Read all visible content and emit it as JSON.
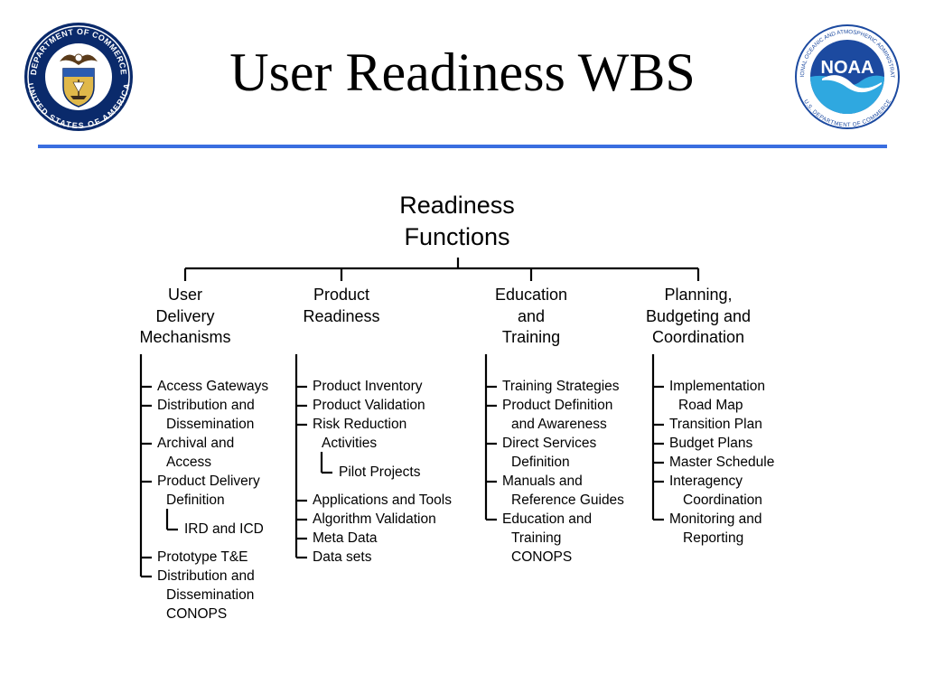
{
  "title": "User Readiness WBS",
  "logos": {
    "commerce": {
      "name": "commerce-seal",
      "text_top": "DEPARTMENT OF COMMERCE",
      "text_bottom": "UNITED STATES OF AMERICA"
    },
    "noaa": {
      "name": "noaa-logo",
      "center": "NOAA",
      "text_top": "NATIONAL OCEANIC AND ATMOSPHERIC ADMINISTRATION",
      "text_bottom": "U.S. DEPARTMENT OF COMMERCE"
    }
  },
  "colors": {
    "rule": "#3a6ee0",
    "noaa_blue": "#1c4aa0",
    "noaa_light": "#2fa8e0",
    "seal_navy": "#0a2a6b",
    "seal_gold": "#e0b84a"
  },
  "root": {
    "line1": "Readiness",
    "line2": "Functions"
  },
  "columns": [
    {
      "head": [
        "User",
        "Delivery",
        "Mechanisms"
      ],
      "items": [
        {
          "lines": [
            "Access Gateways"
          ]
        },
        {
          "lines": [
            "Distribution and",
            "Dissemination"
          ]
        },
        {
          "lines": [
            "Archival and",
            "Access"
          ]
        },
        {
          "lines": [
            "Product Delivery",
            "Definition"
          ]
        },
        {
          "lines": [
            "IRD and ICD"
          ],
          "sub": true
        },
        {
          "lines": [
            "Prototype T&E"
          ]
        },
        {
          "lines": [
            "Distribution and",
            "Dissemination",
            "CONOPS"
          ]
        }
      ]
    },
    {
      "head": [
        "Product",
        "Readiness"
      ],
      "items": [
        {
          "lines": [
            "Product Inventory"
          ]
        },
        {
          "lines": [
            "Product Validation"
          ]
        },
        {
          "lines": [
            "Risk Reduction",
            "Activities"
          ]
        },
        {
          "lines": [
            "Pilot Projects"
          ],
          "sub": true
        },
        {
          "lines": [
            "Applications and Tools"
          ]
        },
        {
          "lines": [
            "Algorithm Validation"
          ]
        },
        {
          "lines": [
            "Meta Data"
          ]
        },
        {
          "lines": [
            "Data sets"
          ]
        }
      ]
    },
    {
      "head": [
        "Education",
        "and",
        "Training"
      ],
      "items": [
        {
          "lines": [
            "Training Strategies"
          ]
        },
        {
          "lines": [
            "Product Definition",
            "and Awareness"
          ]
        },
        {
          "lines": [
            "Direct Services",
            "Definition"
          ]
        },
        {
          "lines": [
            "Manuals and",
            "Reference Guides"
          ]
        },
        {
          "lines": [
            "Education and",
            "Training",
            "CONOPS"
          ]
        }
      ]
    },
    {
      "head": [
        "Planning,",
        "Budgeting and",
        "Coordination"
      ],
      "items": [
        {
          "lines": [
            "Implementation",
            "Road Map"
          ]
        },
        {
          "lines": [
            "Transition Plan"
          ]
        },
        {
          "lines": [
            "Budget Plans"
          ]
        },
        {
          "lines": [
            "Master Schedule"
          ]
        },
        {
          "lines": [
            "Interagency",
            "Coordination"
          ]
        },
        {
          "lines": [
            "Monitoring and",
            "Reporting"
          ]
        }
      ]
    }
  ]
}
